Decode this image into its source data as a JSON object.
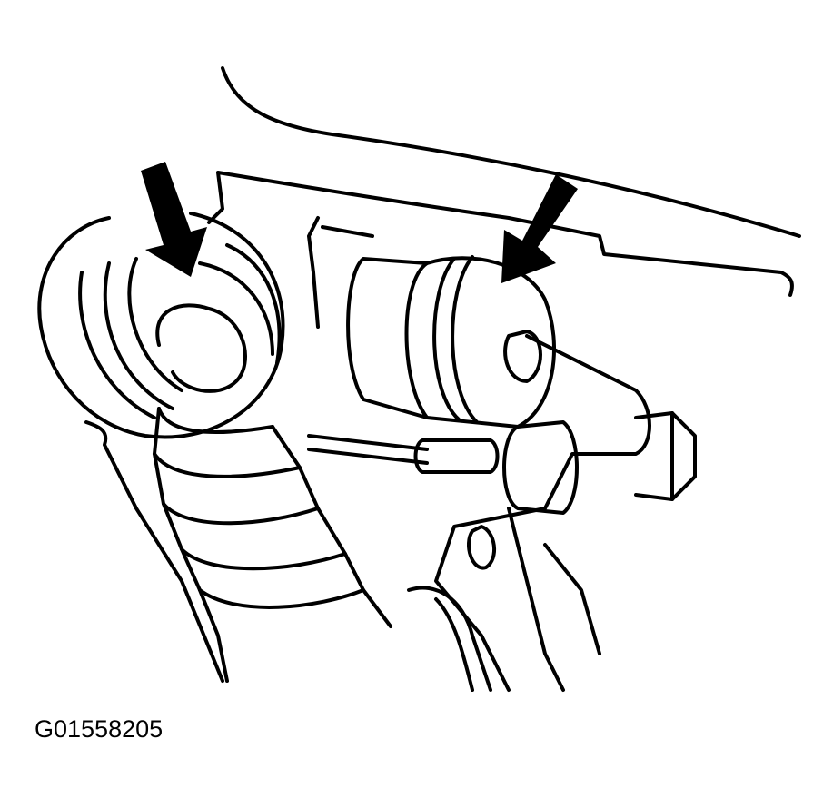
{
  "figure": {
    "type": "line-art technical illustration",
    "subject": "mechanical assembly with two bellows/boots and a bolt-on bracket",
    "arrows": [
      {
        "name": "left-arrow",
        "points_to": "left boot/bellows"
      },
      {
        "name": "right-arrow",
        "points_to": "right boot/bushing"
      }
    ],
    "line_color": "#000000",
    "background_color": "#ffffff"
  },
  "caption": {
    "id_label": "G01558205"
  }
}
